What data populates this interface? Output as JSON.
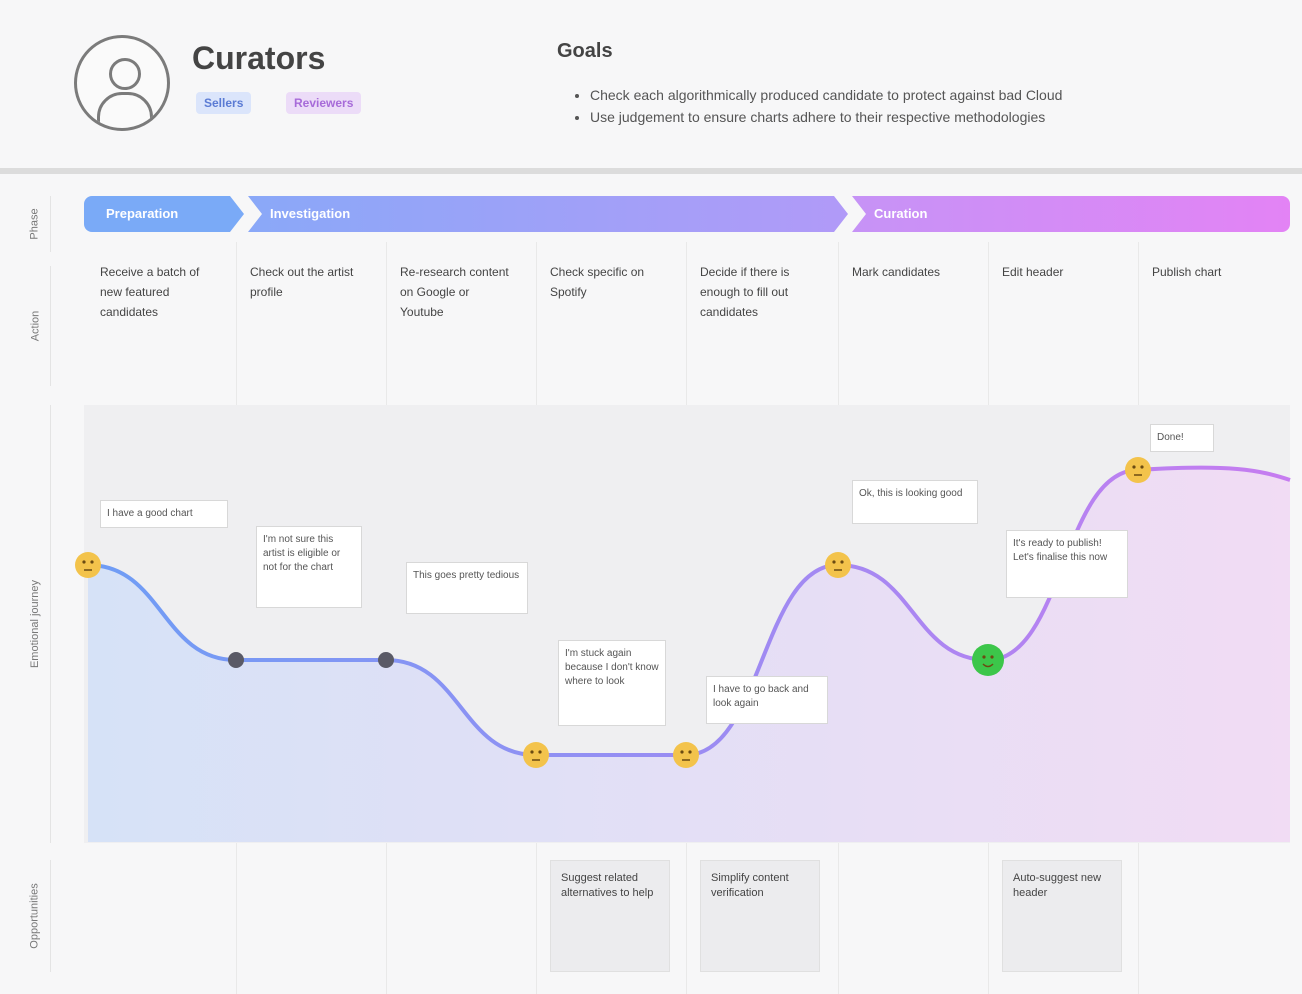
{
  "persona": {
    "name": "Curators",
    "tags": [
      "Sellers",
      "Reviewers"
    ],
    "avatar_icon": "user-icon"
  },
  "goals": {
    "title": "Goals",
    "items": [
      "Check each algorithmically produced candidate to protect against bad Cloud",
      "Use judgement to ensure charts adhere to their respective methodologies"
    ]
  },
  "row_labels": [
    "Phase",
    "Action",
    "Emotional journey",
    "Opportunities"
  ],
  "phases": [
    "Preparation",
    "Investigation",
    "Curation"
  ],
  "steps": [
    "Receive a batch of new featured candidates",
    "Check out the artist profile",
    "Re-research content on Google or Youtube",
    "Check specific on Spotify",
    "Decide if there is enough to fill out candidates",
    "Mark candidates",
    "Edit header",
    "Publish chart"
  ],
  "emotions": {
    "levels": [
      3,
      2,
      2,
      1,
      1,
      3,
      2,
      4
    ],
    "moods": [
      "neutral",
      "meh",
      "meh",
      "neutral",
      "neutral",
      "neutral",
      "happy",
      "neutral"
    ],
    "notes": [
      "I have a good chart",
      "I'm not sure this artist is eligible or not for the chart",
      "This goes pretty tedious",
      "I'm stuck again because I don't know where to look",
      "I have to go back and look again",
      "Ok, this is looking good",
      "It's ready to publish! Let's finalise this now",
      "Done!"
    ]
  },
  "opportunities": [
    {
      "col": 3,
      "text": "Suggest related alternatives to help"
    },
    {
      "col": 4,
      "text": "Simplify content verification"
    },
    {
      "col": 6,
      "text": "Auto-suggest new header"
    }
  ],
  "colors": {
    "line_start": "#6e9df5",
    "line_end": "#c67cf0",
    "happy_face": "#3cc64a",
    "neutral_face": "#f3c34b"
  }
}
